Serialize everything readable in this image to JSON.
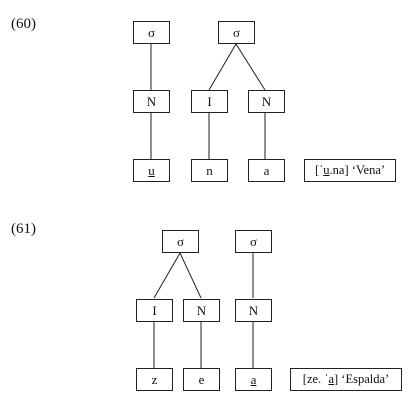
{
  "examples": [
    {
      "number": "(60)",
      "syllables": [
        "σ",
        "σ"
      ],
      "structure": [
        "N",
        "I",
        "N"
      ],
      "segments": [
        "u",
        "n",
        "a"
      ],
      "gloss": {
        "open": "[ˈ",
        "stressed": "u",
        "rest": ".na] ‘Vena’"
      }
    },
    {
      "number": "(61)",
      "syllables": [
        "σ",
        "σ"
      ],
      "structure": [
        "I",
        "N",
        "N"
      ],
      "segments": [
        "z",
        "e",
        "a"
      ],
      "gloss": {
        "open": "[ze. ˈ",
        "stressed": "a",
        "rest": "] ‘Espalda’"
      }
    }
  ]
}
